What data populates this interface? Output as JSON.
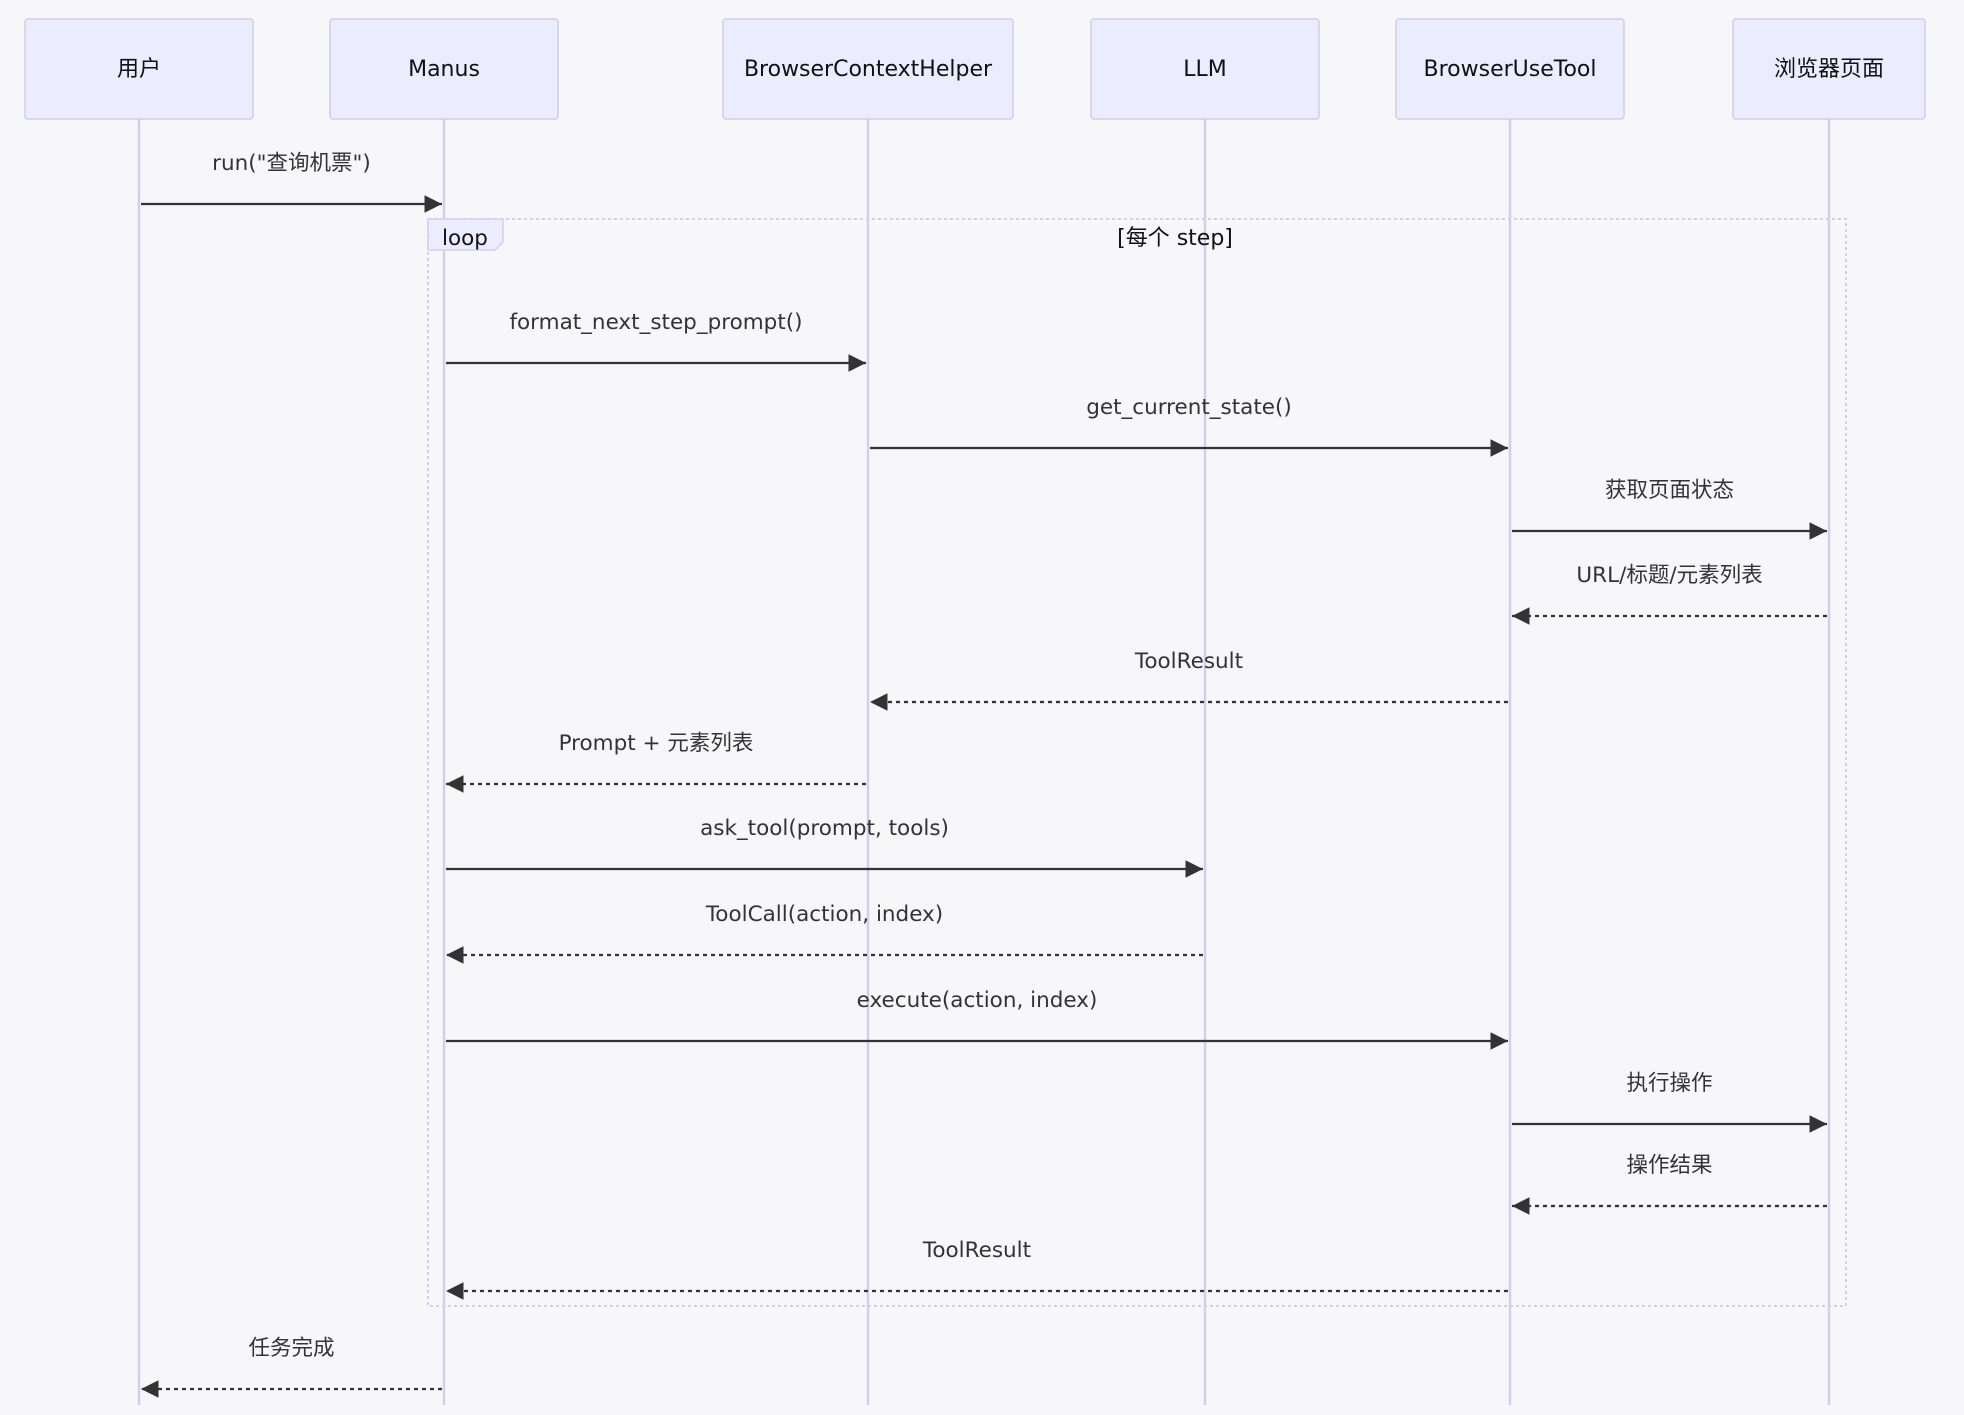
{
  "participants": [
    {
      "id": "user",
      "label": "用户"
    },
    {
      "id": "manus",
      "label": "Manus"
    },
    {
      "id": "helper",
      "label": "BrowserContextHelper"
    },
    {
      "id": "llm",
      "label": "LLM"
    },
    {
      "id": "tool",
      "label": "BrowserUseTool"
    },
    {
      "id": "page",
      "label": "浏览器页面"
    }
  ],
  "loop": {
    "keyword": "loop",
    "condition": "[每个 step]"
  },
  "messages": [
    {
      "from": "user",
      "to": "manus",
      "text": "run(\"查询机票\")",
      "style": "solid"
    },
    {
      "from": "manus",
      "to": "helper",
      "text": "format_next_step_prompt()",
      "style": "solid"
    },
    {
      "from": "helper",
      "to": "tool",
      "text": "get_current_state()",
      "style": "solid"
    },
    {
      "from": "tool",
      "to": "page",
      "text": "获取页面状态",
      "style": "solid"
    },
    {
      "from": "page",
      "to": "tool",
      "text": "URL/标题/元素列表",
      "style": "dashed"
    },
    {
      "from": "tool",
      "to": "helper",
      "text": "ToolResult",
      "style": "dashed"
    },
    {
      "from": "helper",
      "to": "manus",
      "text": "Prompt + 元素列表",
      "style": "dashed"
    },
    {
      "from": "manus",
      "to": "llm",
      "text": "ask_tool(prompt, tools)",
      "style": "solid"
    },
    {
      "from": "llm",
      "to": "manus",
      "text": "ToolCall(action, index)",
      "style": "dashed"
    },
    {
      "from": "manus",
      "to": "tool",
      "text": "execute(action, index)",
      "style": "solid"
    },
    {
      "from": "tool",
      "to": "page",
      "text": "执行操作",
      "style": "solid"
    },
    {
      "from": "page",
      "to": "tool",
      "text": "操作结果",
      "style": "dashed"
    },
    {
      "from": "tool",
      "to": "manus",
      "text": "ToolResult",
      "style": "dashed"
    },
    {
      "from": "manus",
      "to": "user",
      "text": "任务完成",
      "style": "dashed"
    }
  ]
}
